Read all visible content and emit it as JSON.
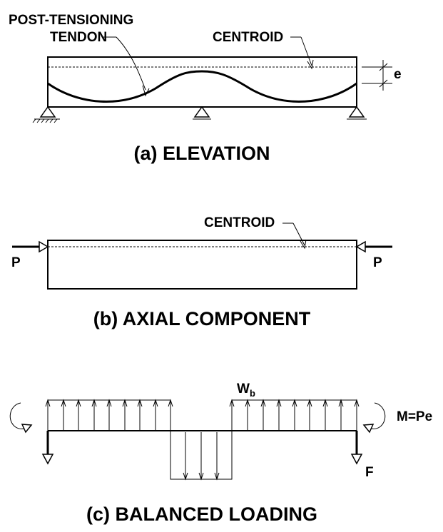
{
  "elevation": {
    "tendon_label_line1": "POST-TENSIONING",
    "tendon_label_line2": "TENDON",
    "centroid_label": "CENTROID",
    "eccentricity_label": "e",
    "caption": "(a) ELEVATION"
  },
  "axial": {
    "centroid_label": "CENTROID",
    "force_left": "P",
    "force_right": "P",
    "caption": "(b) AXIAL COMPONENT"
  },
  "balanced": {
    "load_label": "W",
    "load_subscript": "b",
    "moment_label": "M=Pe",
    "reaction_label": "F",
    "caption": "(c) BALANCED LOADING"
  },
  "colors": {
    "ink": "#000000",
    "paper": "#ffffff"
  }
}
